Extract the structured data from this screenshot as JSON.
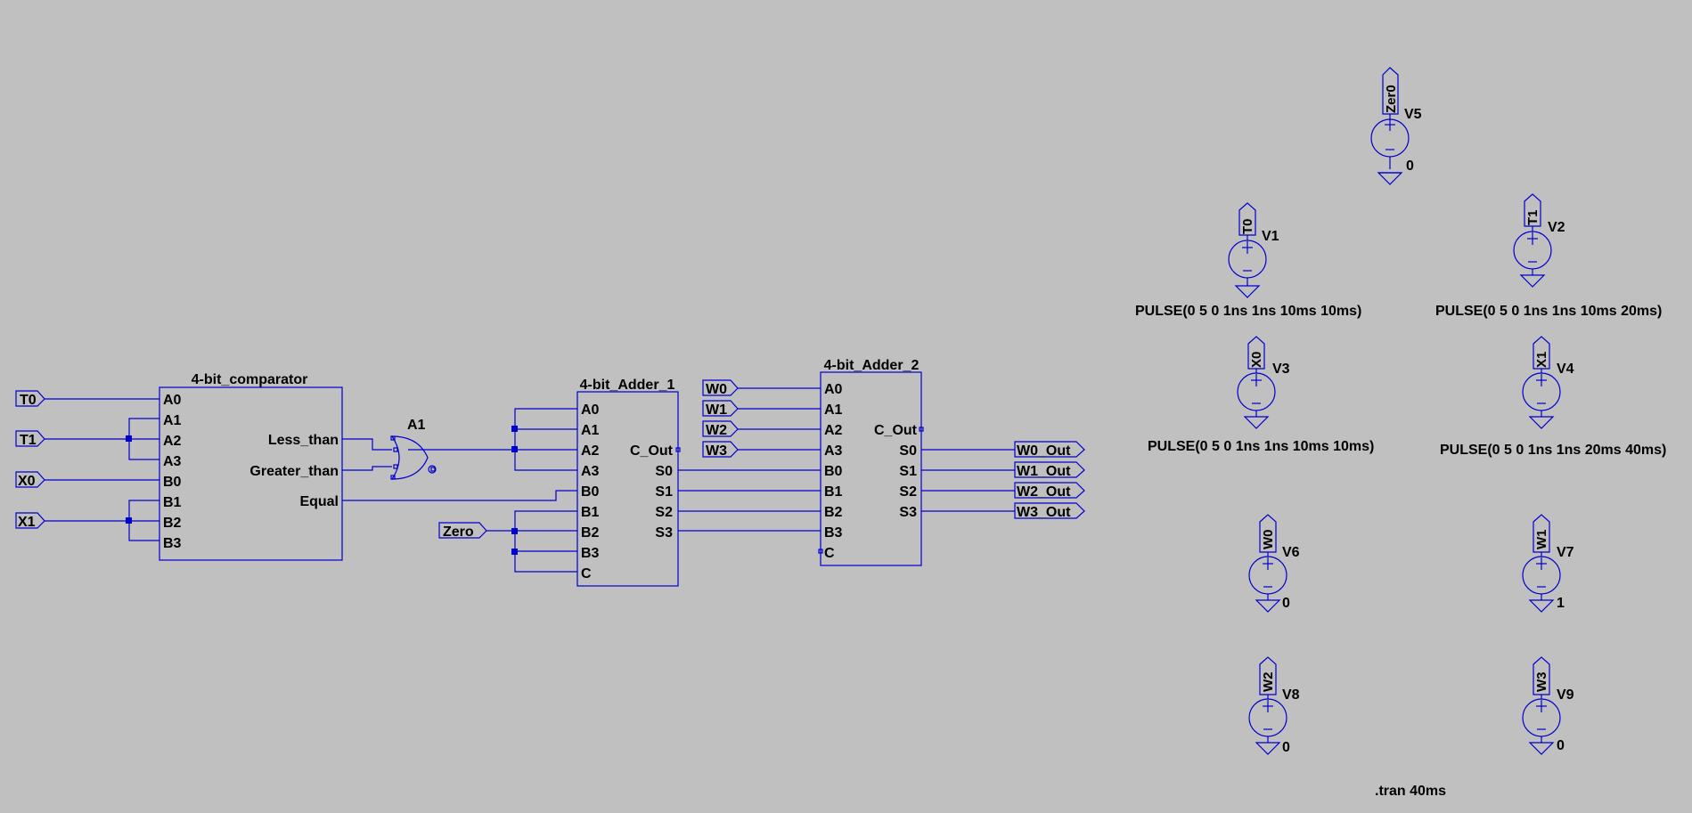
{
  "colors": {
    "background": "#c0c0c0",
    "wire": "#0000cd",
    "text": "#000000"
  },
  "comparator": {
    "title": "4-bit_comparator",
    "inputs": [
      "A0",
      "A1",
      "A2",
      "A3",
      "B0",
      "B1",
      "B2",
      "B3"
    ],
    "outputs": [
      "Less_than",
      "Greater_than",
      "Equal"
    ]
  },
  "gate": {
    "name": "A1"
  },
  "adder1": {
    "title": "4-bit_Adder_1",
    "inputs": [
      "A0",
      "A1",
      "A2",
      "A3",
      "B0",
      "B1",
      "B2",
      "B3",
      "C"
    ],
    "outputs": [
      "C_Out",
      "S0",
      "S1",
      "S2",
      "S3"
    ]
  },
  "adder2": {
    "title": "4-bit_Adder_2",
    "inputs": [
      "A0",
      "A1",
      "A2",
      "A3",
      "B0",
      "B1",
      "B2",
      "B3",
      "C"
    ],
    "outputs": [
      "C_Out",
      "S0",
      "S1",
      "S2",
      "S3"
    ]
  },
  "input_ports": [
    "T0",
    "T1",
    "X0",
    "X1"
  ],
  "zero_port": "Zero",
  "w_ports": [
    "W0",
    "W1",
    "W2",
    "W3"
  ],
  "out_ports": [
    "W0_Out",
    "W1_Out",
    "W2_Out",
    "W3_Out"
  ],
  "sources": [
    {
      "name": "V5",
      "net": "Zer0",
      "value": "0"
    },
    {
      "name": "V1",
      "net": "T0",
      "value": "PULSE(0 5 0 1ns 1ns 10ms 10ms)"
    },
    {
      "name": "V2",
      "net": "T1",
      "value": "PULSE(0 5 0 1ns 1ns 10ms 20ms)"
    },
    {
      "name": "V3",
      "net": "X0",
      "value": "PULSE(0 5 0 1ns 1ns 10ms 10ms)"
    },
    {
      "name": "V4",
      "net": "X1",
      "value": "PULSE(0 5 0 1ns 1ns 20ms 40ms)"
    },
    {
      "name": "V6",
      "net": "W0",
      "value": "0"
    },
    {
      "name": "V7",
      "net": "W1",
      "value": "1"
    },
    {
      "name": "V8",
      "net": "W2",
      "value": "0"
    },
    {
      "name": "V9",
      "net": "W3",
      "value": "0"
    }
  ],
  "directive": ".tran 40ms"
}
